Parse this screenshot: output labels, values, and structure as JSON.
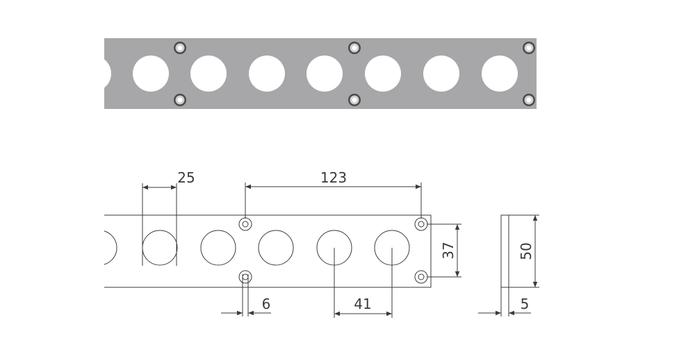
{
  "colors": {
    "plate": "#a7a7a9",
    "hole": "#ffffff",
    "line": "#3a3a3a",
    "background": "#ffffff"
  },
  "dimensions": {
    "hole_diameter": "25",
    "mount_spacing": "123",
    "mount_height": "37",
    "plate_height": "50",
    "mount_hole": "6",
    "hole_pitch": "41",
    "thickness": "5"
  }
}
